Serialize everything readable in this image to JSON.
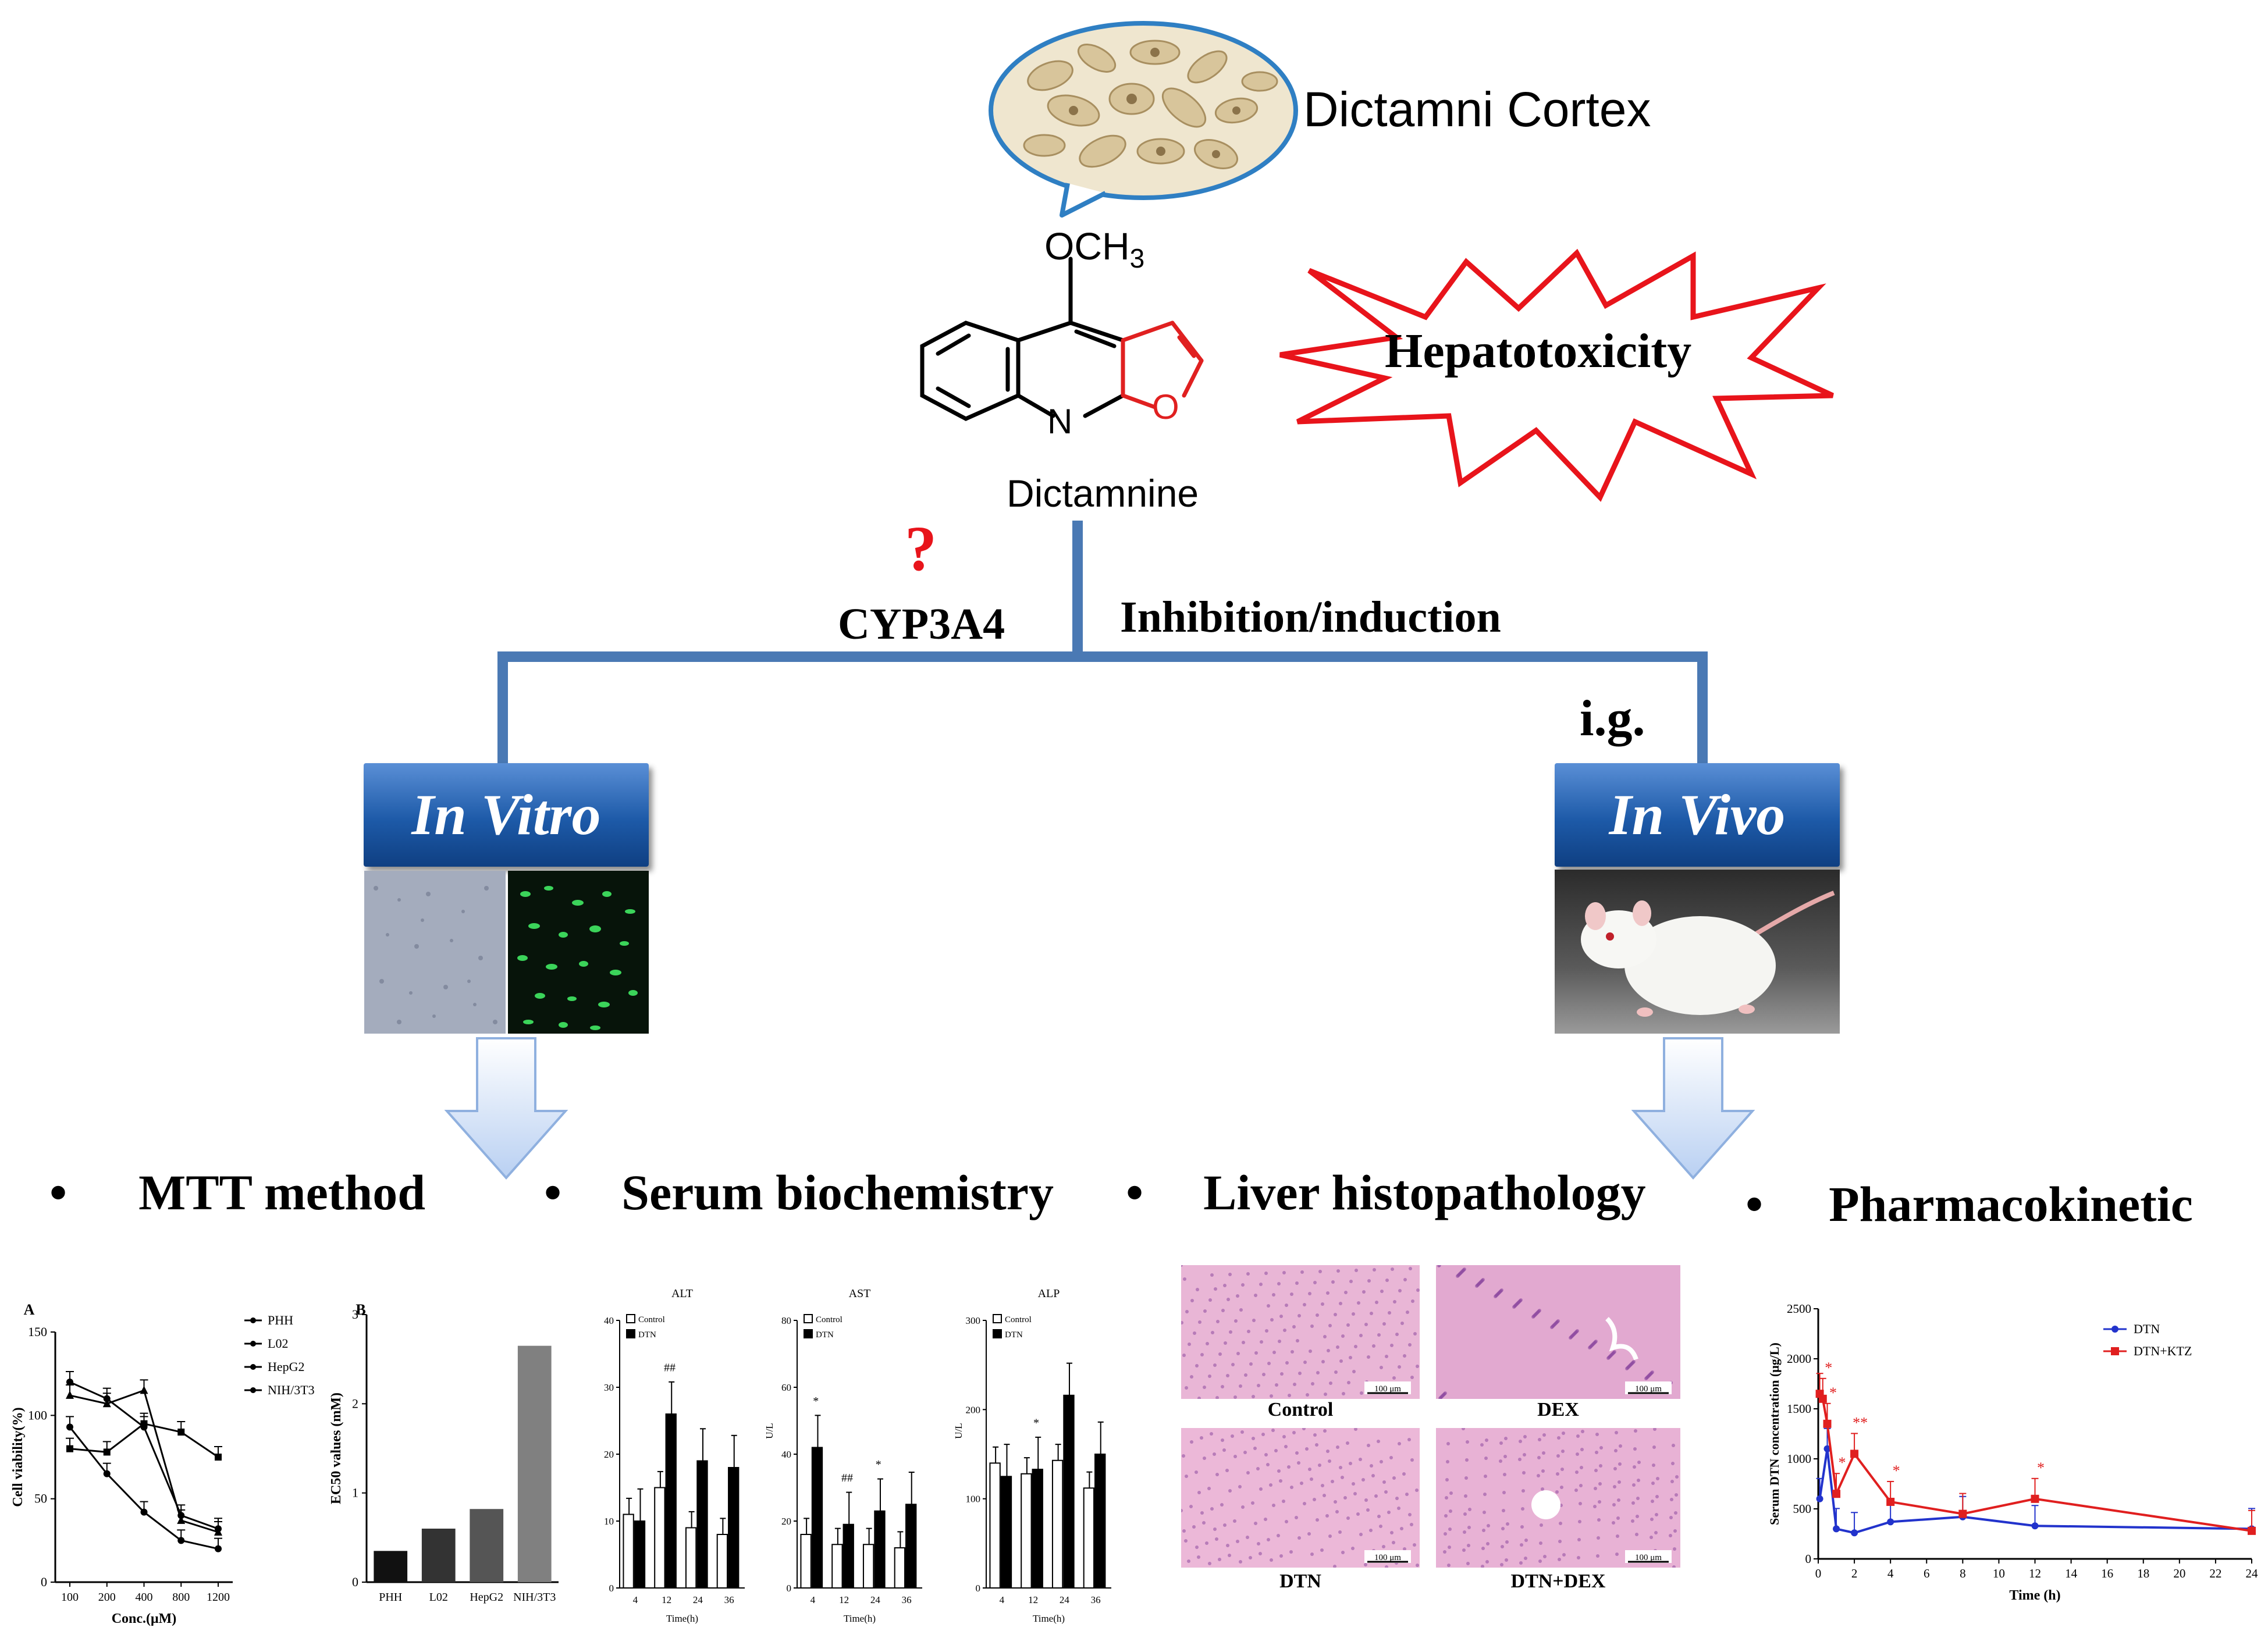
{
  "title": {
    "herb_name": "Dictamni Cortex",
    "compound_name": "Dictamnine",
    "substituent": "OCH",
    "substituent_sub": "3",
    "ring_n": "N",
    "ring_o": "O"
  },
  "hepatotoxicity_label": "Hepatotoxicity",
  "question_mark": "?",
  "cyp_label": "CYP3A4",
  "mechanism_label": "Inhibition/induction",
  "route_label": "i.g.",
  "in_vitro_label": "In Vitro",
  "in_vivo_label": "In Vivo",
  "bullets": [
    {
      "mark": "•",
      "label": "MTT method"
    },
    {
      "mark": "•",
      "label": "Serum biochemistry"
    },
    {
      "mark": "•",
      "label": "Liver histopathology"
    },
    {
      "mark": "•",
      "label": "Pharmacokinetic"
    }
  ],
  "histology": {
    "panels": [
      "Control",
      "DEX",
      "DTN",
      "DTN+DEX"
    ],
    "scale_bar": "100 μm"
  },
  "colors": {
    "accent_blue": "#4a79b4",
    "red": "#e8141b",
    "furan_red": "#e02020"
  },
  "chart_data": [
    {
      "id": "A",
      "type": "line",
      "panel_label": "A",
      "xlabel": "Conc.(μM)",
      "ylabel": "Cell viability(%)",
      "categories": [
        "100",
        "200",
        "400",
        "800",
        "1200"
      ],
      "ylim": [
        0,
        150
      ],
      "yticks": [
        "0",
        "50",
        "100",
        "150"
      ],
      "series": [
        {
          "name": "PHH",
          "values": [
            93,
            65,
            42,
            25,
            20
          ]
        },
        {
          "name": "L02",
          "values": [
            120,
            110,
            93,
            40,
            32
          ]
        },
        {
          "name": "HepG2",
          "values": [
            112,
            107,
            115,
            37,
            30
          ]
        },
        {
          "name": "NIH/3T3",
          "values": [
            80,
            78,
            95,
            90,
            75
          ]
        }
      ]
    },
    {
      "id": "B",
      "type": "bar",
      "panel_label": "B",
      "ylabel": "EC50 values (mM)",
      "categories": [
        "PHH",
        "L02",
        "HepG2",
        "NIH/3T3"
      ],
      "values": [
        0.35,
        0.6,
        0.82,
        2.65
      ],
      "ylim": [
        0,
        3
      ],
      "yticks": [
        "0",
        "1",
        "2",
        "3"
      ]
    },
    {
      "id": "ALT",
      "type": "bar",
      "title": "ALT",
      "xlabel": "Time(h)",
      "categories": [
        "4",
        "12",
        "24",
        "36"
      ],
      "ylim": [
        0,
        40
      ],
      "yticks": [
        "0",
        "10",
        "20",
        "30",
        "40"
      ],
      "legend": [
        "Control",
        "DTN"
      ],
      "series": [
        {
          "name": "Control",
          "values": [
            11,
            15,
            9,
            8
          ]
        },
        {
          "name": "DTN",
          "values": [
            10,
            26,
            19,
            18
          ]
        }
      ],
      "annotations": [
        {
          "category": "12",
          "text": "##"
        }
      ]
    },
    {
      "id": "AST",
      "type": "bar",
      "title": "AST",
      "xlabel": "Time(h)",
      "ylabel": "U/L",
      "categories": [
        "4",
        "12",
        "24",
        "36"
      ],
      "ylim": [
        0,
        80
      ],
      "yticks": [
        "0",
        "20",
        "40",
        "60",
        "80"
      ],
      "legend": [
        "Control",
        "DTN"
      ],
      "series": [
        {
          "name": "Control",
          "values": [
            16,
            13,
            13,
            12
          ]
        },
        {
          "name": "DTN",
          "values": [
            42,
            19,
            23,
            25
          ]
        }
      ],
      "annotations": [
        {
          "category": "4",
          "text": "*"
        },
        {
          "category": "12",
          "text": "##"
        },
        {
          "category": "24",
          "text": "*"
        }
      ]
    },
    {
      "id": "ALP",
      "type": "bar",
      "title": "ALP",
      "xlabel": "Time(h)",
      "ylabel": "U/L",
      "categories": [
        "4",
        "12",
        "24",
        "36"
      ],
      "ylim": [
        0,
        300
      ],
      "yticks": [
        "0",
        "100",
        "200",
        "300"
      ],
      "legend": [
        "Control",
        "DTN"
      ],
      "series": [
        {
          "name": "Control",
          "values": [
            140,
            128,
            143,
            112
          ]
        },
        {
          "name": "DTN",
          "values": [
            125,
            133,
            216,
            150
          ]
        }
      ],
      "annotations": [
        {
          "category": "12",
          "text": "*"
        }
      ]
    },
    {
      "id": "PK",
      "type": "line",
      "xlabel": "Time (h)",
      "ylabel": "Serum DTN concentration (μg/L)",
      "xlim": [
        0,
        24
      ],
      "ylim": [
        0,
        2500
      ],
      "xticks": [
        "0",
        "2",
        "4",
        "6",
        "8",
        "10",
        "12",
        "14",
        "16",
        "18",
        "20",
        "22",
        "24"
      ],
      "yticks": [
        "0",
        "500",
        "1000",
        "1500",
        "2000",
        "2500"
      ],
      "series": [
        {
          "name": "DTN",
          "color": "#2233cc",
          "x": [
            0.083,
            0.5,
            1,
            2,
            4,
            8,
            12,
            24
          ],
          "y": [
            600,
            1100,
            300,
            260,
            370,
            420,
            330,
            300
          ]
        },
        {
          "name": "DTN+KTZ",
          "color": "#e01f1f",
          "x": [
            0.083,
            0.25,
            0.5,
            1,
            2,
            4,
            8,
            12,
            24
          ],
          "y": [
            1650,
            1600,
            1350,
            650,
            1050,
            570,
            450,
            600,
            280
          ]
        }
      ],
      "annotations": [
        {
          "x": 0.25,
          "text": "*"
        },
        {
          "x": 0.5,
          "text": "*"
        },
        {
          "x": 1,
          "text": "*"
        },
        {
          "x": 2,
          "text": "**"
        },
        {
          "x": 4,
          "text": "*"
        },
        {
          "x": 12,
          "text": "*"
        }
      ]
    }
  ]
}
